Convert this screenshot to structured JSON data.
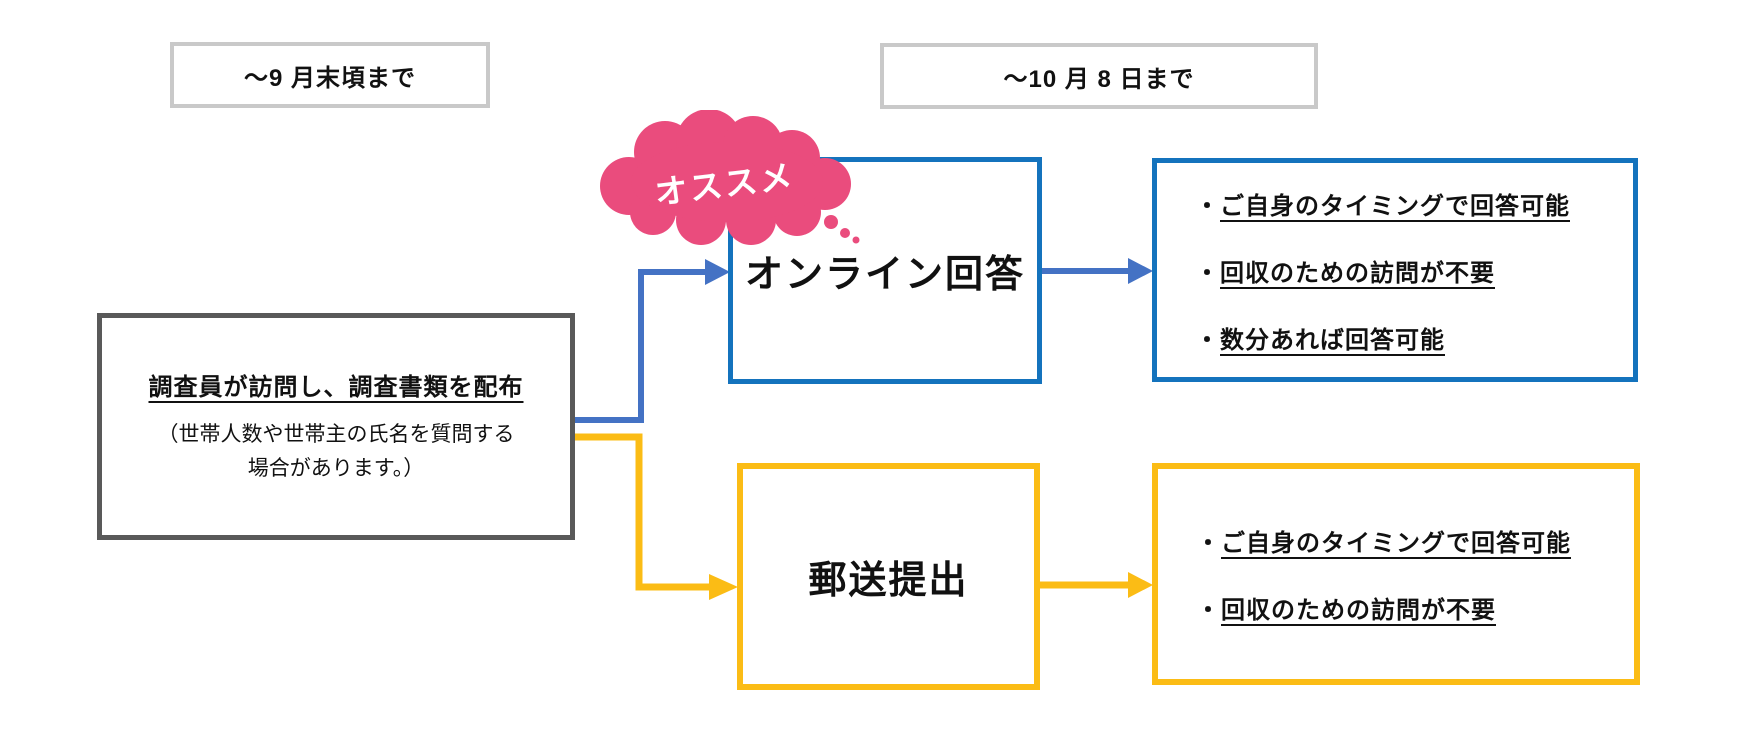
{
  "colors": {
    "pink": "#EA4C7D",
    "blue_border": "#1473BD",
    "blue_arrow": "#4472C4",
    "gold": "#FBBC15",
    "gray_dark": "#595959",
    "gray_light": "#C9C9C9",
    "text": "#111111"
  },
  "timeline": {
    "phase1": "～9 月末頃まで",
    "phase2": "～10 月 8 日まで"
  },
  "distribute": {
    "title": "調査員が訪問し、調査書類を配布",
    "note": "（世帯人数や世帯主の氏名を質問する場合があります。）"
  },
  "recommend": {
    "label": "オススメ"
  },
  "online": {
    "label": "オンライン回答",
    "benefits": [
      {
        "bullet": "・",
        "text": "ご自身のタイミングで回答可能"
      },
      {
        "bullet": "・",
        "text": "回収のための訪問が不要"
      },
      {
        "bullet": "・",
        "text": "数分あれば回答可能"
      }
    ]
  },
  "mail": {
    "label": "郵送提出",
    "benefits": [
      {
        "bullet": "・",
        "text": "ご自身のタイミングで回答可能"
      },
      {
        "bullet": "・",
        "text": "回収のための訪問が不要"
      }
    ]
  }
}
